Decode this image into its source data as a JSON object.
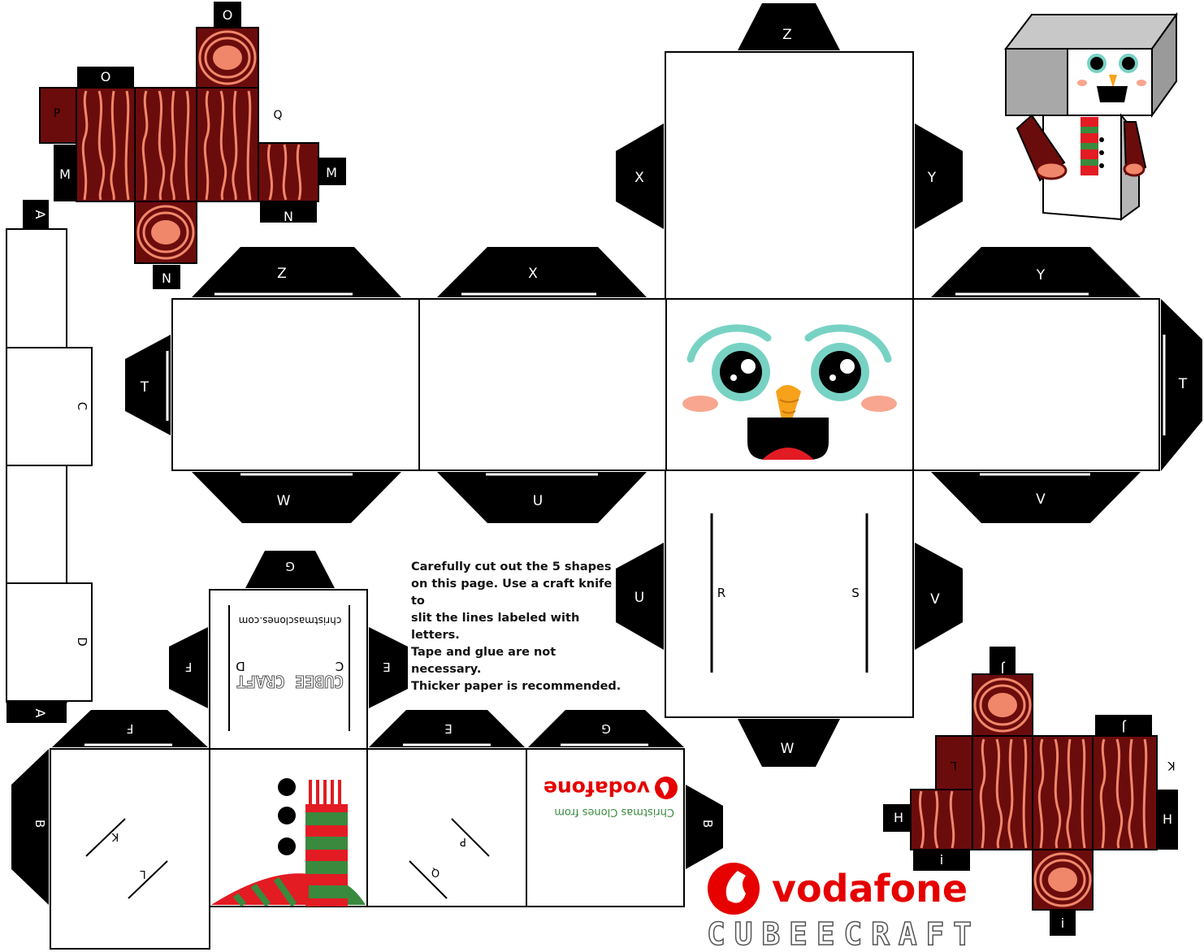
{
  "instructions": "Carefully cut out the 5 shapes\non this page. Use a craft knife to\nslit the  lines labeled with\nletters.\nTape and glue are not necessary.\nThicker paper is recommended.",
  "labels": {
    "a": "A",
    "b": "B",
    "c": "C",
    "d": "D",
    "e": "E",
    "f": "F",
    "g": "G",
    "h": "H",
    "i": "i",
    "j": "J",
    "k": "K",
    "l": "L",
    "m": "M",
    "n": "N",
    "o": "O",
    "p": "P",
    "q": "Q",
    "r": "R",
    "s": "S",
    "t": "T",
    "u": "U",
    "v": "V",
    "w": "W",
    "x": "X",
    "y": "Y",
    "z": "Z"
  },
  "brand": {
    "name": "vodafone",
    "tagline": "Christmas Clones from",
    "website": "christmasclones.com",
    "logo_word": "CUBEECRAFT",
    "mini_logo": "CUBEE CRAFT"
  },
  "colors": {
    "wood": "#6b0c0c",
    "grain": "#f0876a",
    "scarf_red": "#e31b23",
    "scarf_green": "#3a8a3e",
    "eye_ring": "#78d2c4",
    "vodafone_red": "#e60000",
    "carrot": "#f7a21b",
    "blush": "#f8a68f"
  }
}
